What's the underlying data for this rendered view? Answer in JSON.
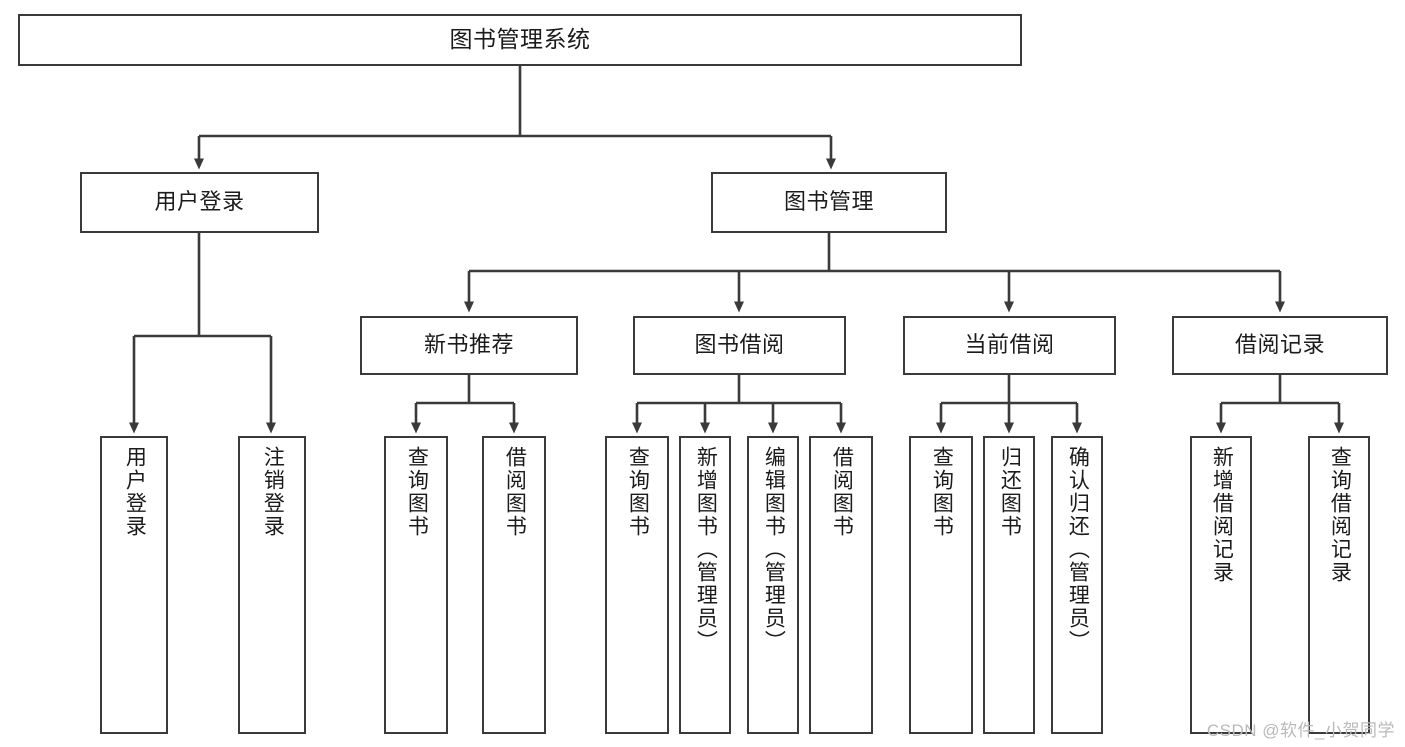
{
  "diagram": {
    "title": "图书管理系统",
    "watermark": "CSDN @软件_小贺同学",
    "colors": {
      "stroke": "#3a3a3a",
      "fill": "#ffffff",
      "text": "#1b1b1b",
      "watermark": "#b9b9b9",
      "background": "#ffffff"
    },
    "root": {
      "label": "图书管理系统"
    },
    "level2": [
      {
        "label": "用户登录"
      },
      {
        "label": "图书管理"
      }
    ],
    "level3": [
      {
        "label": "新书推荐"
      },
      {
        "label": "图书借阅"
      },
      {
        "label": "当前借阅"
      },
      {
        "label": "借阅记录"
      }
    ],
    "leaves": [
      {
        "label": "用户登录",
        "parent": "用户登录"
      },
      {
        "label": "注销登录",
        "parent": "用户登录"
      },
      {
        "label": "查询图书",
        "parent": "新书推荐"
      },
      {
        "label": "借阅图书",
        "parent": "新书推荐"
      },
      {
        "label": "查询图书",
        "parent": "图书借阅"
      },
      {
        "label": "新增图书（管理员）",
        "parent": "图书借阅"
      },
      {
        "label": "编辑图书（管理员）",
        "parent": "图书借阅"
      },
      {
        "label": "借阅图书",
        "parent": "图书借阅"
      },
      {
        "label": "查询图书",
        "parent": "当前借阅"
      },
      {
        "label": "归还图书",
        "parent": "当前借阅"
      },
      {
        "label": "确认归还（管理员）",
        "parent": "当前借阅"
      },
      {
        "label": "新增借阅记录",
        "parent": "借阅记录"
      },
      {
        "label": "查询借阅记录",
        "parent": "借阅记录"
      }
    ]
  }
}
